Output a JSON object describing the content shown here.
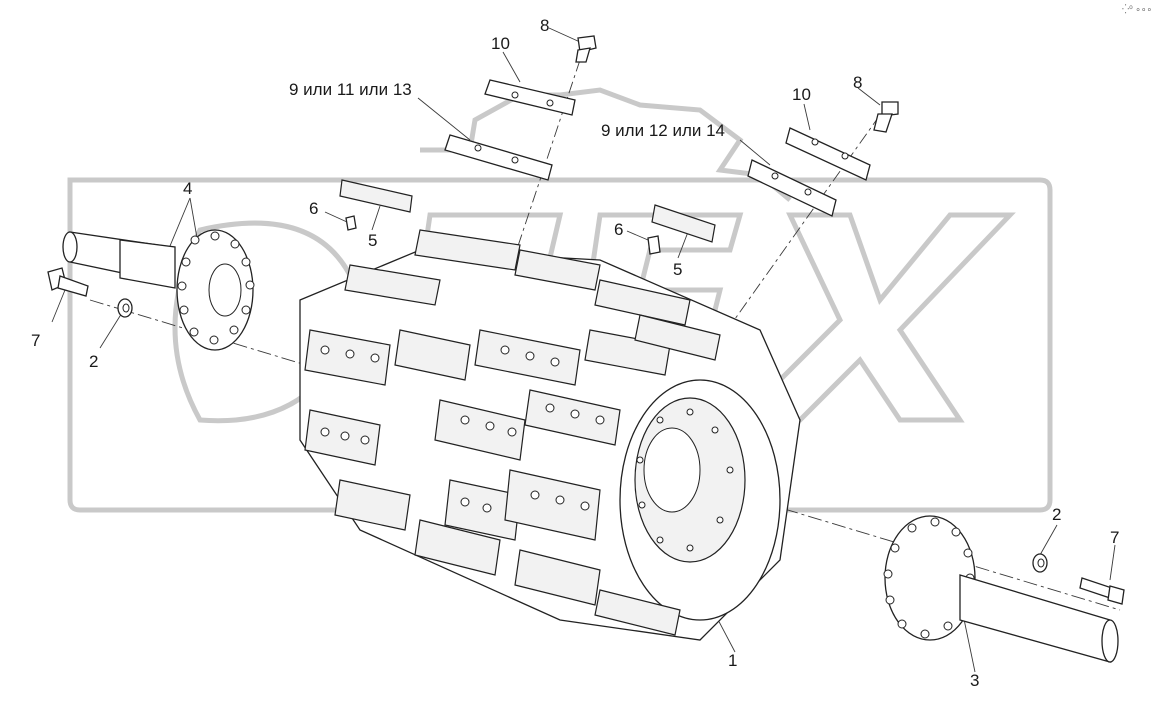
{
  "corner_mark": "⁛⁰ ∘∘∘",
  "callouts": {
    "c1": "1",
    "c2a": "2",
    "c2b": "2",
    "c3": "3",
    "c4": "4",
    "c5a": "5",
    "c5b": "5",
    "c6a": "6",
    "c6b": "6",
    "c7a": "7",
    "c7b": "7",
    "c8a": "8",
    "c8b": "8",
    "c9a": "9 или 11 или 13",
    "c9b": "9 или 12 или 14",
    "c10a": "10",
    "c10b": "10"
  },
  "watermark": "OREX",
  "colors": {
    "lines": "#222222",
    "watermark": "#c9c9c9",
    "background": "#ffffff"
  }
}
